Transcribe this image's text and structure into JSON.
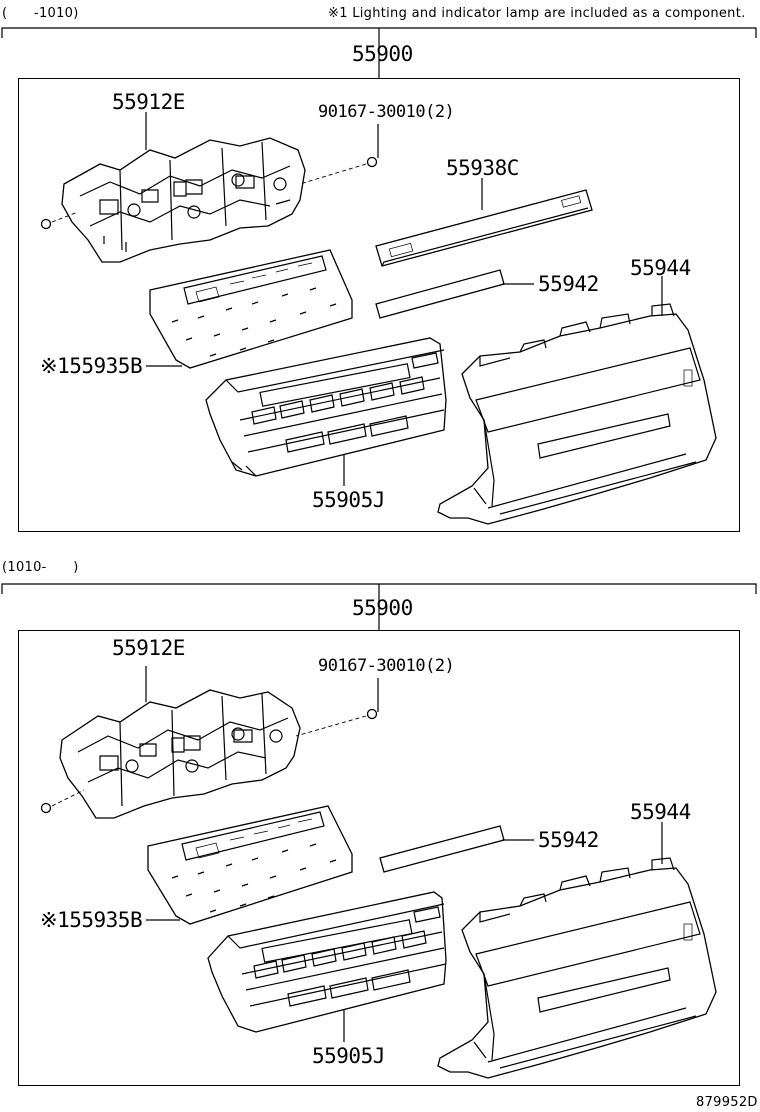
{
  "sections": [
    {
      "range": "(　　-1010)",
      "note": "※1 Lighting and indicator lamp are included as a component.",
      "assembly": "55900",
      "parts": {
        "bracket": "55912E",
        "screw": "90167-30010(2)",
        "panel": "55938C",
        "strip": "55942",
        "bezel": "55944",
        "board": "※155935B",
        "control": "55905J"
      }
    },
    {
      "range": "(1010-　　)",
      "assembly": "55900",
      "parts": {
        "bracket": "55912E",
        "screw": "90167-30010(2)",
        "strip": "55942",
        "bezel": "55944",
        "board": "※155935B",
        "control": "55905J"
      }
    }
  ],
  "drawing_id": "879952D"
}
